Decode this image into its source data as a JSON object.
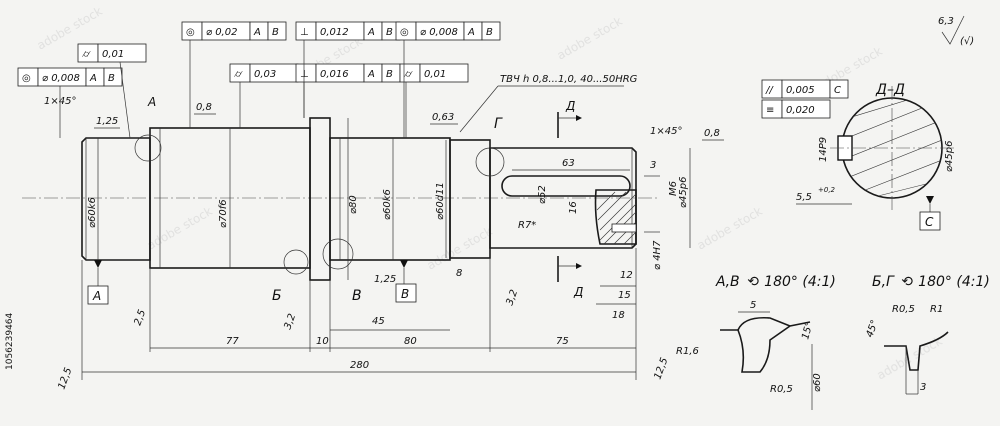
{
  "image_id_label": "1056239464",
  "roughness": {
    "value": "6,3",
    "note": "(√)"
  },
  "heat_treatment": "ТВЧ h 0,8...1,0, 40...50HRG",
  "tolerance_frames": [
    {
      "id": "f1",
      "symbol": "◎",
      "value": "⌀ 0,008",
      "ref1": "А",
      "ref2": "В"
    },
    {
      "id": "f2",
      "symbol": "⌭",
      "value": "0,01",
      "ref1": "",
      "ref2": ""
    },
    {
      "id": "f3",
      "symbol": "◎",
      "value": "⌀ 0,02",
      "ref1": "А",
      "ref2": "В"
    },
    {
      "id": "f4",
      "symbol": "⌭",
      "value": "0,03",
      "ref1": "",
      "ref2": ""
    },
    {
      "id": "f5",
      "symbol": "⊥",
      "value": "0,012",
      "ref1": "А",
      "ref2": "В"
    },
    {
      "id": "f6",
      "symbol": "⊥",
      "value": "0,016",
      "ref1": "А",
      "ref2": "В"
    },
    {
      "id": "f7",
      "symbol": "◎",
      "value": "⌀ 0,008",
      "ref1": "А",
      "ref2": "В"
    },
    {
      "id": "f8",
      "symbol": "⌭",
      "value": "0,01",
      "ref1": "",
      "ref2": ""
    },
    {
      "id": "f9",
      "symbol": "//",
      "value": "0,005",
      "ref1": "С",
      "ref2": ""
    },
    {
      "id": "f10",
      "symbol": "≡",
      "value": "0,020",
      "ref1": "",
      "ref2": ""
    }
  ],
  "dimensions": {
    "chamfer_left": "1×45°",
    "chamfer_right": "1×45°",
    "r_1_25_a": "1,25",
    "r_1_25_b": "1,25",
    "r_0_8_a": "0,8",
    "r_0_8_b": "0,8",
    "r_0_63": "0,63",
    "d60k6_a": "⌀60k6",
    "d70f6": "⌀70f6",
    "d80": "⌀80",
    "d60k6_b": "⌀60k6",
    "d60d11": "⌀60d11",
    "d52": "⌀52",
    "d45p6": "⌀45p6",
    "d4h7": "⌀ 4H7",
    "m6": "M6",
    "r7": "R7*",
    "d16": "16",
    "len63": "63",
    "len3": "3",
    "len8": "8",
    "len12": "12",
    "len15": "15",
    "len18": "18",
    "len77": "77",
    "len10": "10",
    "len45": "45",
    "len80": "80",
    "len75": "75",
    "len280": "280",
    "r2_5": "2,5",
    "r3_2_a": "3,2",
    "r3_2_b": "3,2",
    "r12_5_a": "12,5",
    "r12_5_b": "12,5"
  },
  "labels": {
    "datum_a_top": "А",
    "datum_a_box": "А",
    "datum_b_mark": "В",
    "datum_b_box": "В",
    "detail_b": "Б",
    "detail_g": "Г",
    "section_d_top": "Д",
    "section_d_bot": "Д",
    "section_title": "Д–Д",
    "section_c_box": "С",
    "section_w": "14P9",
    "section_d": "⌀45p6",
    "section_depth": "5,5",
    "section_depth_tol": "+0,2"
  },
  "detail_av": {
    "title": "А,В",
    "rot": "⟲ 180° (4:1)",
    "w5": "5",
    "r1_6": "R1,6",
    "r0_5": "R0,5",
    "d60": "⌀60",
    "ang15": "15°"
  },
  "detail_bg": {
    "title": "Б,Г",
    "rot": "⟲ 180° (4:1)",
    "r0_5": "R0,5",
    "r1": "R1",
    "ang45": "45°",
    "w3": "3"
  }
}
